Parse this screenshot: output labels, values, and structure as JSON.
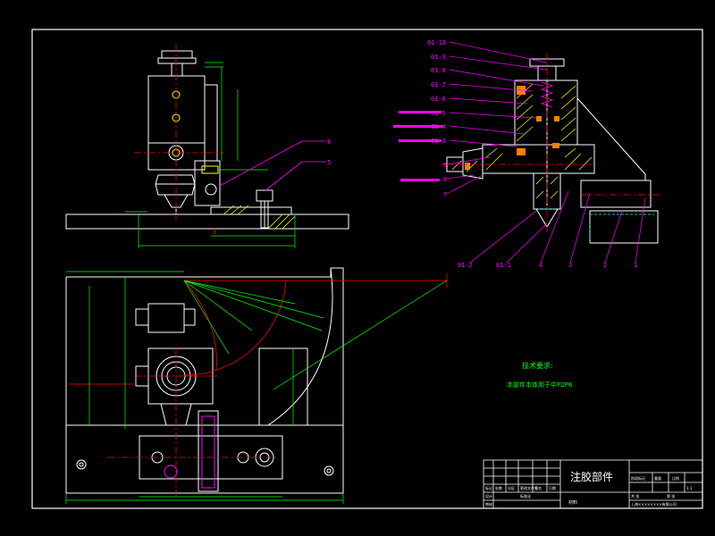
{
  "drawing": {
    "title": "注胶部件",
    "background": "#000000",
    "line_colors": {
      "outline": "#ffffff",
      "dimension": "#00ff00",
      "leader": "#ff00ff",
      "center": "#ff0000",
      "hidden": "#00ffff",
      "part": "#ffff00"
    }
  },
  "tech_requirements": {
    "heading": "技术要求:",
    "line1": "本部件本体用于中P2P6"
  },
  "section_labels": {
    "sub_01_10": "01-10",
    "sub_01_9": "01-9",
    "sub_01_8": "01-8",
    "sub_01_7": "01-7",
    "sub_01_6": "01-6",
    "sub_01_5": "01-5",
    "sub_01_4": "01-4",
    "sub_01_3": "01-3",
    "p9": "9",
    "p8": "8",
    "p7": "7",
    "sub_01_2": "01-2",
    "sub_01_1": "01-1",
    "p4": "4",
    "p3": "3",
    "p2": "2",
    "p1": "1"
  },
  "front_labels": {
    "p8": "8",
    "p5": "5"
  },
  "title_block": {
    "title": "注胶部件",
    "cell_a": "标记",
    "cell_b": "处数",
    "cell_c": "分区",
    "cell_d": "更改文件号",
    "cell_e": "签名",
    "cell_f": "日期",
    "row_design": "设计",
    "row_check": "审核",
    "row_std": "标准化",
    "stage": "阶段标记",
    "weight": "重量",
    "scale": "比例",
    "scale_val": "1:1",
    "sheets": "共 张",
    "sheet_of": "第 张",
    "footer": "上海××××××××有限公司",
    "material": "材料"
  }
}
